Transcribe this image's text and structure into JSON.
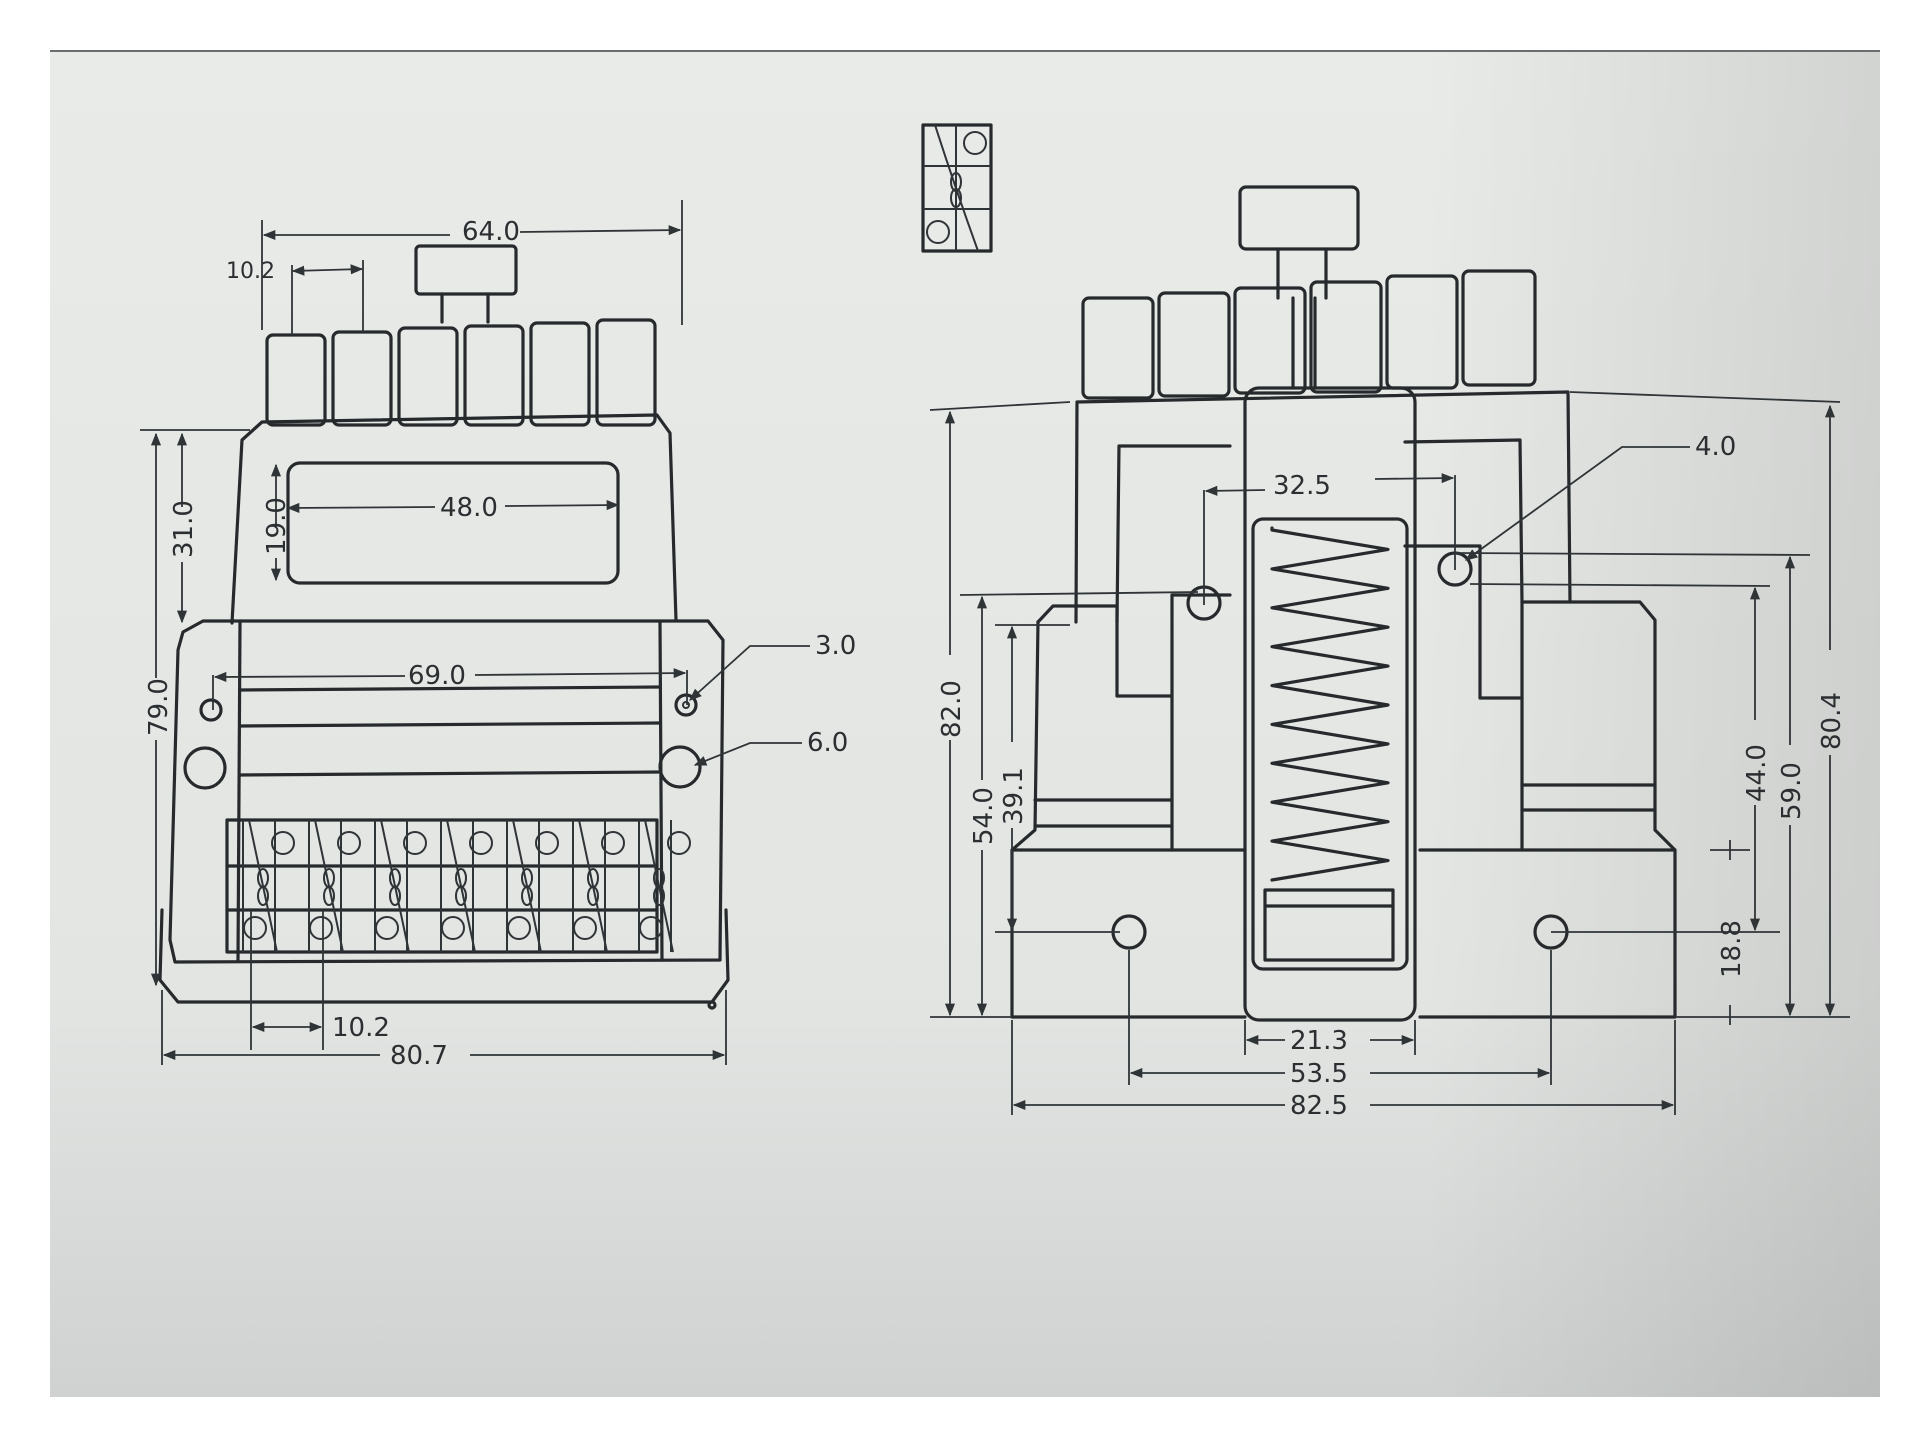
{
  "front_view": {
    "dims": {
      "top_width": "64.0",
      "key_pitch": "10.2",
      "window_width": "48.0",
      "window_height": "19.0",
      "upper_height": "31.0",
      "overall_height": "79.0",
      "hole_spacing": "69.0",
      "small_hole": "3.0",
      "large_hole": "6.0",
      "pin_pitch": "10.2",
      "overall_width": "80.7"
    }
  },
  "side_view": {
    "dims": {
      "hole_spacing_upper": "32.5",
      "hole_dia": "4.0",
      "overall_height": "82.0",
      "height_54": "54.0",
      "height_39": "39.1",
      "right_total": "80.4",
      "right_59": "59.0",
      "right_44": "44.0",
      "right_18": "18.8",
      "inner_width": "21.3",
      "hole_spacing_lower": "53.5",
      "overall_width": "82.5"
    }
  },
  "colors": {
    "paper": "#e6e8e6",
    "ink": "#262a2c",
    "shadow": "#c9cccb"
  }
}
